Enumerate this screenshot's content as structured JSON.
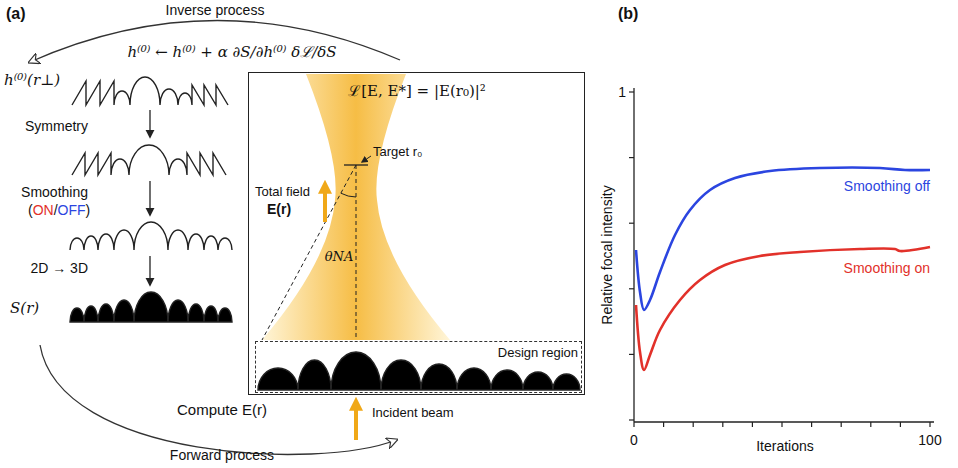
{
  "diagram": {
    "nodes": [
      {
        "text": [
          "ℒ[E, E*] = |E(r₀)|²",
          "Total field",
          "E(r)",
          "Target r₀",
          "θNA"
        ]
      },
      {
        "text": [
          "Design region"
        ],
        "in": 0
      }
    ],
    "labels": [
      "(a)",
      "Inverse process",
      "h⁽⁰⁾ ← h⁽⁰⁾ + α ∂S/∂h⁽⁰⁾ δℒ/δS",
      "h⁽⁰⁾(r⊥)",
      "Symmetry",
      "Smoothing",
      "(",
      "ON",
      "/",
      "OFF",
      ")",
      "2D → 3D",
      "S(r)",
      "Compute E(r)",
      "Forward process",
      "Incident beam",
      "(b)",
      "1",
      "0",
      "100",
      "Relative focal intensity",
      "Iterations",
      "Smoothing off",
      "Smoothing on"
    ]
  }
}
